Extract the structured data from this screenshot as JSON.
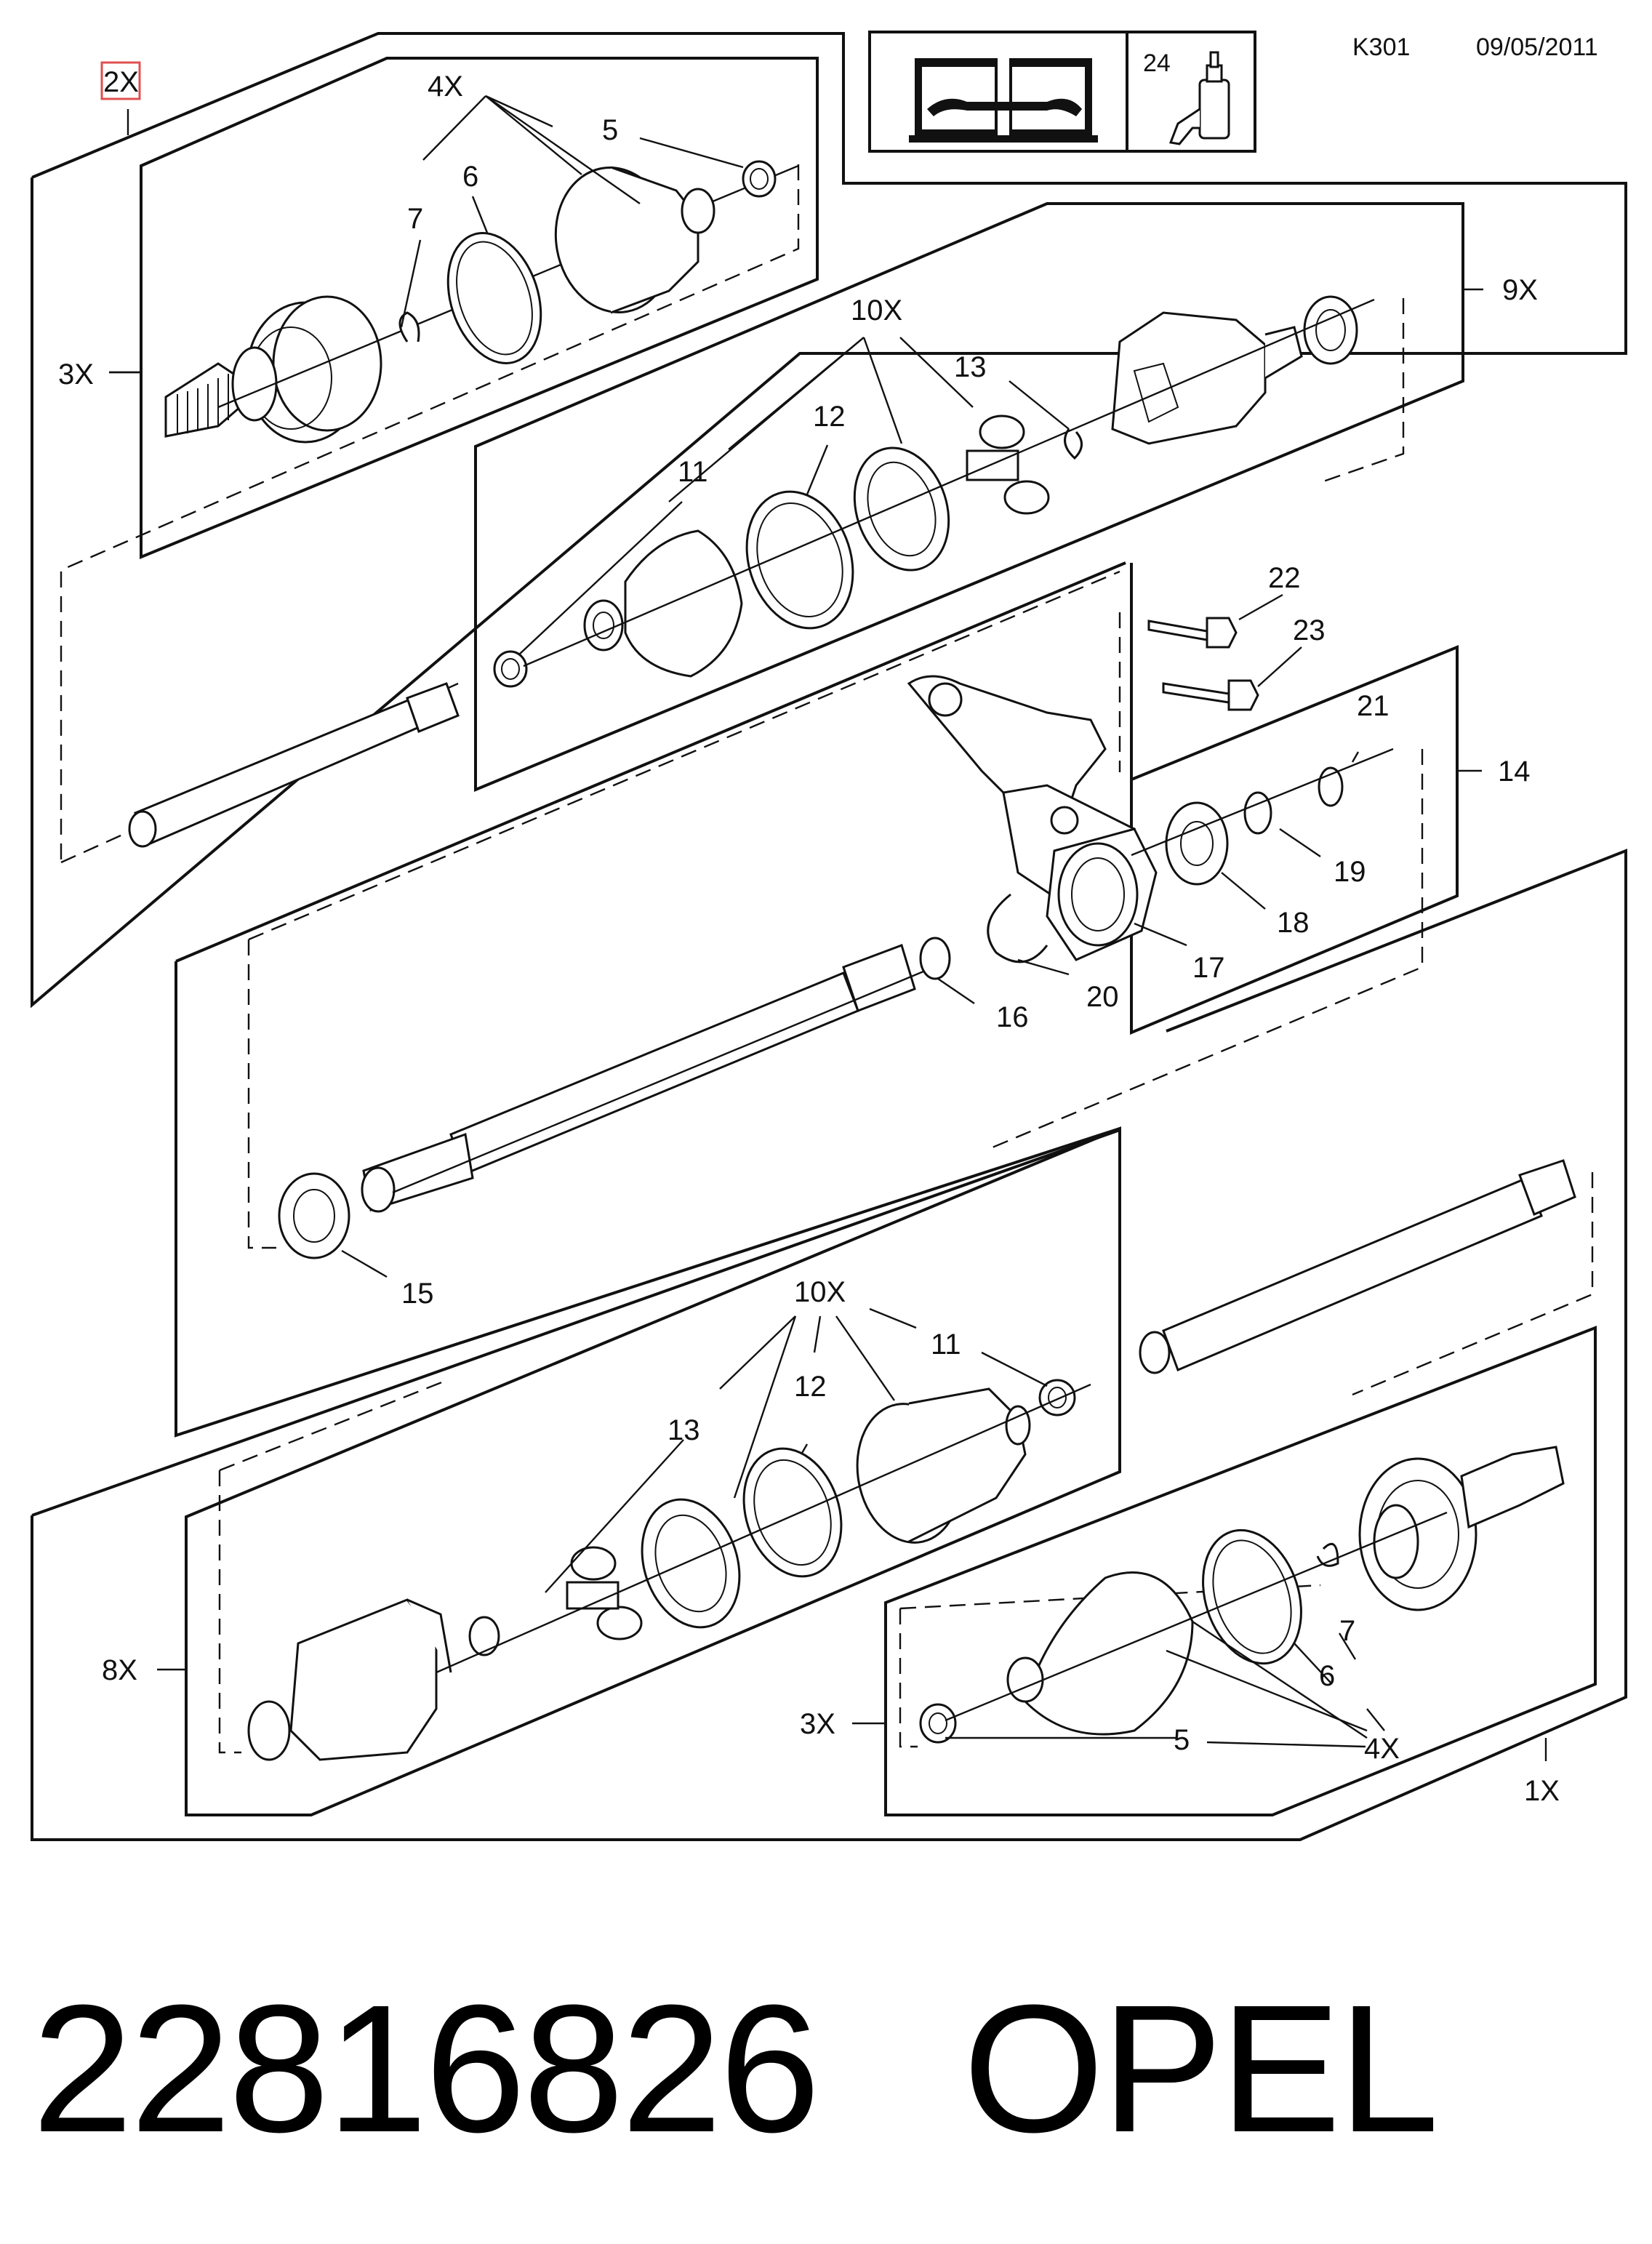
{
  "header": {
    "code": "K301",
    "date": "09/05/2011",
    "manual_ref_number": "24"
  },
  "callouts": [
    {
      "id": "qty-2x",
      "text": "2X"
    },
    {
      "id": "qty-4x-a",
      "text": "4X"
    },
    {
      "id": "num-5-a",
      "text": "5"
    },
    {
      "id": "num-6-a",
      "text": "6"
    },
    {
      "id": "num-7-a",
      "text": "7"
    },
    {
      "id": "qty-3x-a",
      "text": "3X"
    },
    {
      "id": "qty-10x-a",
      "text": "10X"
    },
    {
      "id": "num-13-a",
      "text": "13"
    },
    {
      "id": "qty-9x",
      "text": "9X"
    },
    {
      "id": "num-12-a",
      "text": "12"
    },
    {
      "id": "num-11-a",
      "text": "11"
    },
    {
      "id": "num-22",
      "text": "22"
    },
    {
      "id": "num-23",
      "text": "23"
    },
    {
      "id": "num-21",
      "text": "21"
    },
    {
      "id": "num-14",
      "text": "14"
    },
    {
      "id": "num-19",
      "text": "19"
    },
    {
      "id": "num-18",
      "text": "18"
    },
    {
      "id": "num-17",
      "text": "17"
    },
    {
      "id": "num-20",
      "text": "20"
    },
    {
      "id": "num-16",
      "text": "16"
    },
    {
      "id": "num-15",
      "text": "15"
    },
    {
      "id": "qty-10x-b",
      "text": "10X"
    },
    {
      "id": "num-11-b",
      "text": "11"
    },
    {
      "id": "num-12-b",
      "text": "12"
    },
    {
      "id": "num-13-b",
      "text": "13"
    },
    {
      "id": "qty-8x",
      "text": "8X"
    },
    {
      "id": "num-7-b",
      "text": "7"
    },
    {
      "id": "num-6-b",
      "text": "6"
    },
    {
      "id": "qty-3x-b",
      "text": "3X"
    },
    {
      "id": "num-5-b",
      "text": "5"
    },
    {
      "id": "qty-4x-b",
      "text": "4X"
    },
    {
      "id": "qty-1x",
      "text": "1X"
    }
  ],
  "footer": {
    "part_number": "22816826",
    "brand": "OPEL"
  },
  "colors": {
    "line": "#111111",
    "background": "#ffffff",
    "highlight_box": "#e05050"
  },
  "icons": [
    "repair-manual-icon",
    "grease-tube-icon"
  ]
}
